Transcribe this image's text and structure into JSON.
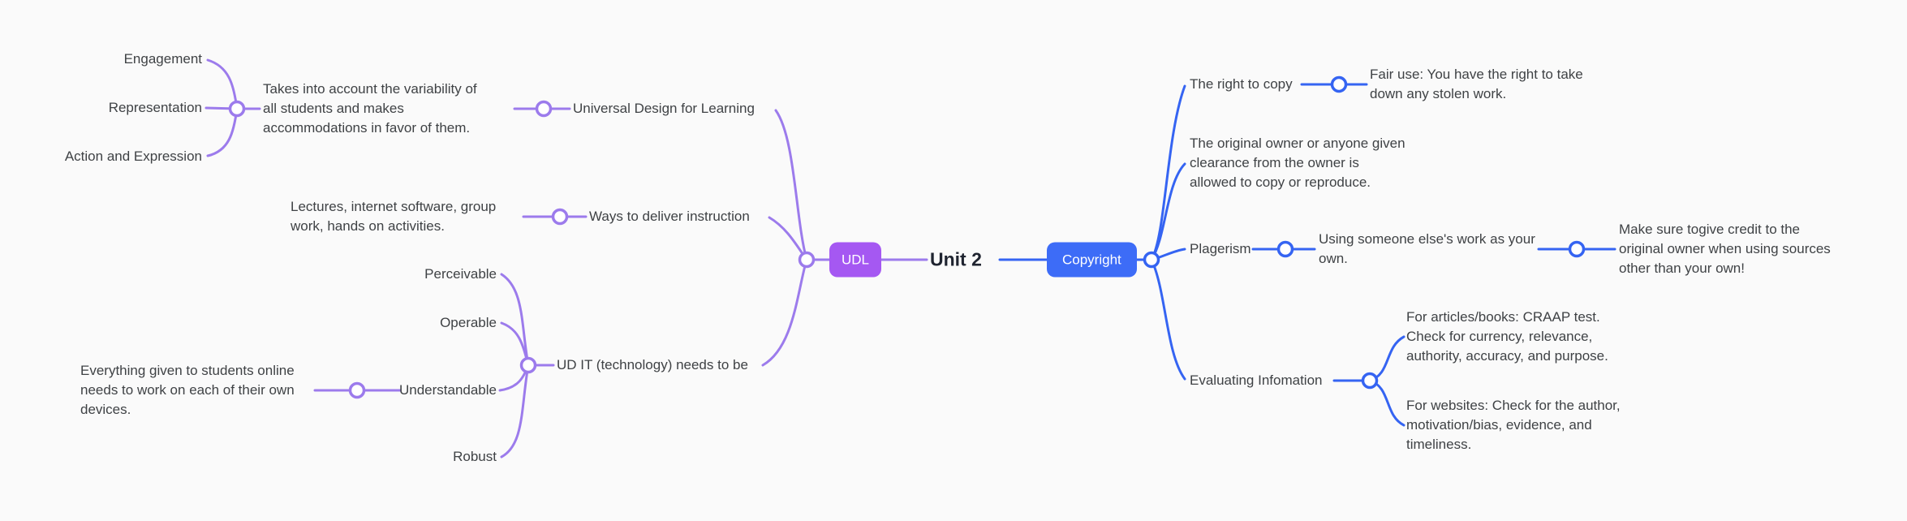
{
  "colors": {
    "background": "#fafafa",
    "purple_line": "#9c7bec",
    "purple_badge": "#a558f2",
    "blue_line": "#3564f2",
    "blue_badge": "#3d6cf7",
    "text": "#3f4245",
    "root_text": "#1f2430"
  },
  "root": {
    "label": "Unit 2"
  },
  "udl": {
    "badge_label": "UDL",
    "topics": [
      {
        "label": "Universal Design for Learning",
        "note": "Takes into account the variability of\nall students and makes\naccommodations in favor of them.",
        "subtopics": [
          "Engagement",
          "Representation",
          "Action and Expression"
        ]
      },
      {
        "label": "Ways to deliver instruction",
        "note": "Lectures, internet software, group\nwork, hands on activities."
      },
      {
        "label": "UD IT (technology) needs to be",
        "subtopics": [
          "Perceivable",
          "Operable",
          "Understandable",
          "Robust"
        ],
        "understandable_note": "Everything given to students online\nneeds to work on each of their own\ndevices."
      }
    ]
  },
  "copyright": {
    "badge_label": "Copyright",
    "topics": [
      {
        "label": "The right to copy",
        "note": "Fair use: You have the right to take\ndown any stolen work."
      },
      {
        "label": "The original owner or anyone given\nclearance from the owner is\nallowed to copy or reproduce."
      },
      {
        "label": "Plagerism",
        "note": "Using someone else's work as your\nown.",
        "follow_up": "Make sure togive credit to the\noriginal owner when using sources\nother than your own!"
      },
      {
        "label": "Evaluating Infomation",
        "notes": [
          "For articles/books: CRAAP test.\nCheck for currency, relevance,\nauthority, accuracy, and purpose.",
          "For websites: Check for the author,\nmotivation/bias, evidence, and\ntimeliness."
        ]
      }
    ]
  }
}
